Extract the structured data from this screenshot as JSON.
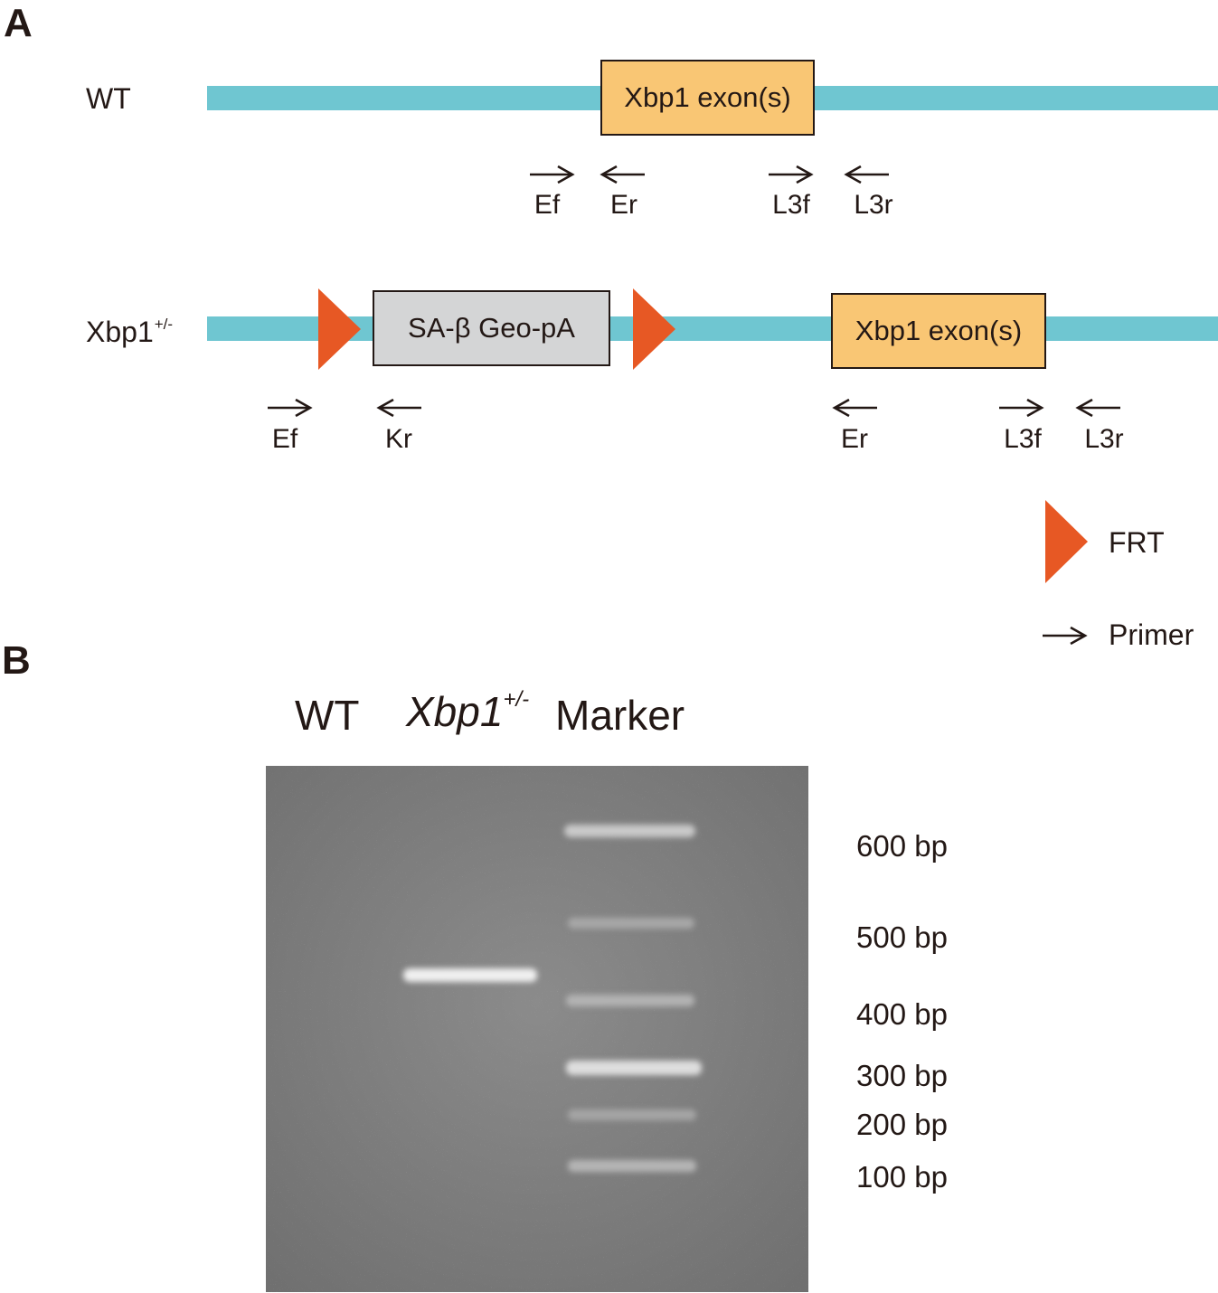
{
  "panelA": {
    "letter": "A",
    "wt": {
      "label": "WT",
      "exon_label": "Xbp1 exon(s)",
      "primers": [
        "Ef",
        "Er",
        "L3f",
        "L3r"
      ]
    },
    "mutant": {
      "label": "Xbp1",
      "label_sup": "+/-",
      "cassette_label": "SA-β Geo-pA",
      "exon_label": "Xbp1 exon(s)",
      "primers": [
        "Ef",
        "Kr",
        "Er",
        "L3f",
        "L3r"
      ]
    },
    "legend": {
      "frt": "FRT",
      "primer": "Primer"
    },
    "colors": {
      "backbone": "#6fc6d1",
      "exon": "#f9c674",
      "cassette": "#d4d5d6",
      "frt": "#e75824"
    }
  },
  "panelB": {
    "letter": "B",
    "lanes": {
      "wt": "WT",
      "mutant": "Xbp1",
      "mutant_sup": "+/-",
      "marker": "Marker"
    },
    "markers": [
      "600 bp",
      "500 bp",
      "400 bp",
      "300 bp",
      "200 bp",
      "100 bp"
    ]
  }
}
